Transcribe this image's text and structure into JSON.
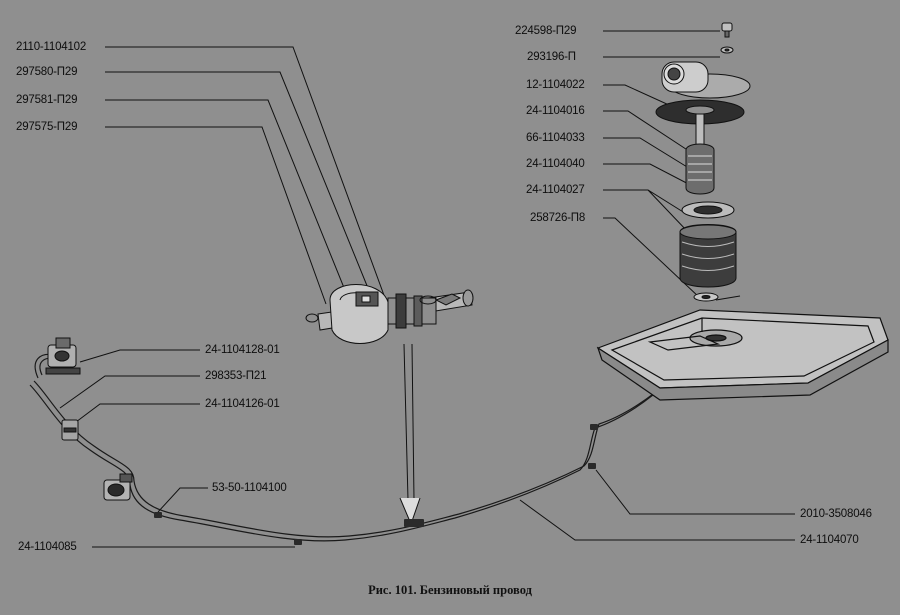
{
  "labels_left": [
    "2110-1104102",
    "297580-П29",
    "297581-П29",
    "297575-П29"
  ],
  "labels_right_top": [
    "224598-П29",
    "293196-П",
    "12-1104022",
    "24-1104016",
    "66-1104033",
    "24-1104040",
    "24-1104027",
    "258726-П8"
  ],
  "labels_mid": [
    "24-1104128-01",
    "298353-П21",
    "24-1104126-01",
    "53-50-1104100",
    "24-1104085"
  ],
  "labels_bottom_right": [
    "2010-3508046",
    "24-1104070"
  ],
  "caption": "Рис. 101. Бензиновый провод",
  "colors": {
    "background": "#8f8f8f",
    "ink": "#111111",
    "fill_light": "#b3b3b3",
    "fill_dark": "#3a3a3a"
  }
}
